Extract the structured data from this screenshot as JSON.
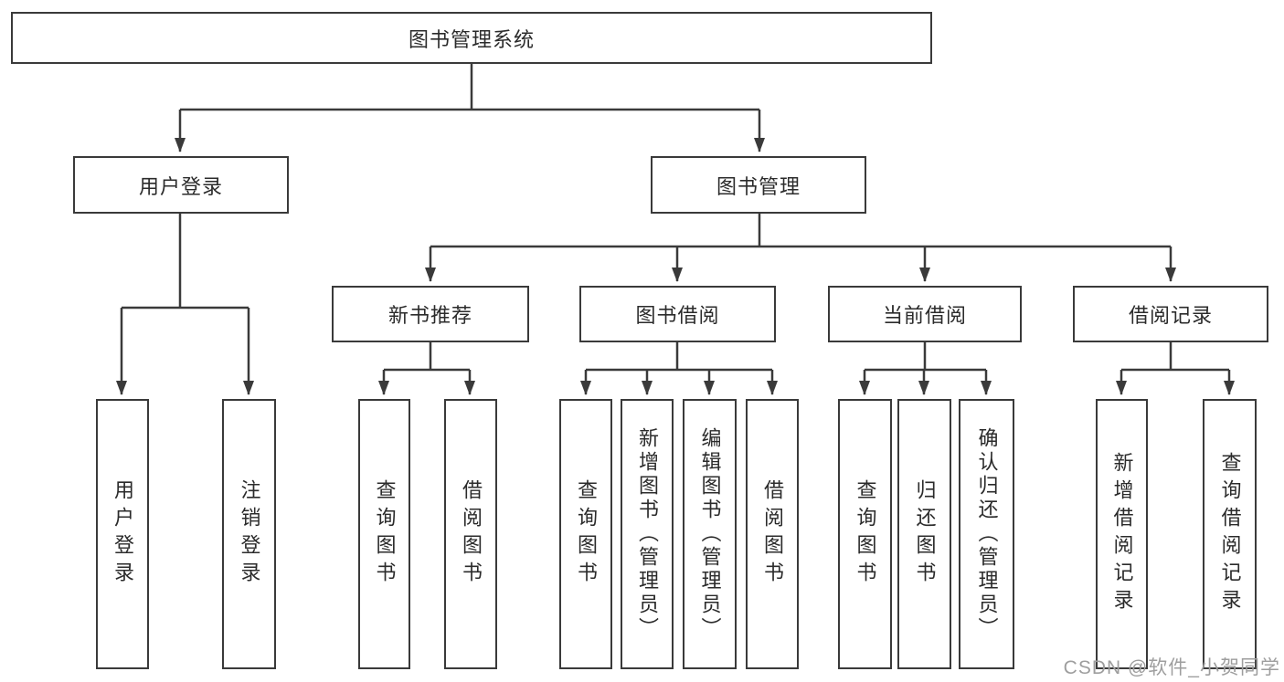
{
  "diagram": {
    "root": {
      "label": "图书管理系统"
    },
    "branches": [
      {
        "label": "用户登录",
        "children": [
          {
            "label": "用户登录"
          },
          {
            "label": "注销登录"
          }
        ]
      },
      {
        "label": "图书管理",
        "children": [
          {
            "label": "新书推荐",
            "children": [
              {
                "label": "查询图书"
              },
              {
                "label": "借阅图书"
              }
            ]
          },
          {
            "label": "图书借阅",
            "children": [
              {
                "label": "查询图书"
              },
              {
                "label": "新增图书（管理员）"
              },
              {
                "label": "编辑图书（管理员）"
              },
              {
                "label": "借阅图书"
              }
            ]
          },
          {
            "label": "当前借阅",
            "children": [
              {
                "label": "查询图书"
              },
              {
                "label": "归还图书"
              },
              {
                "label": "确认归还（管理员）"
              }
            ]
          },
          {
            "label": "借阅记录",
            "children": [
              {
                "label": "新增借阅记录"
              },
              {
                "label": "查询借阅记录"
              }
            ]
          }
        ]
      }
    ],
    "colors": {
      "line": "#3a3a3a",
      "text": "#2b2b2b",
      "background": "#ffffff",
      "watermark": "#9e9e9e"
    }
  },
  "watermark": {
    "text": "CSDN @软件_小贺同学"
  }
}
